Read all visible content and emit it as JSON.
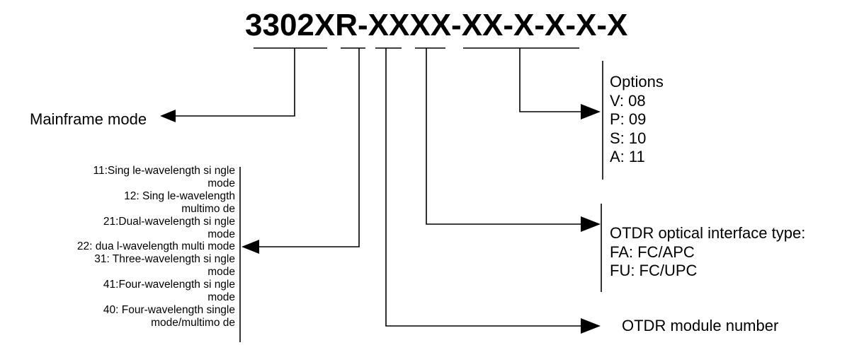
{
  "model_code": "3302XR-XXXX-XX-X-X-X-X",
  "mainframe": {
    "label": "Mainframe mode"
  },
  "wavelength_codes": [
    "11:Sing le-wavelength si ngle",
    "mode",
    "12: Sing le-wavelength",
    "multimo de",
    "21:Dual-wavelength si ngle",
    "mode",
    "22: dua l-wavelength multi mode",
    "31: Three-wavelength si ngle",
    "mode",
    "41:Four-wavelength si ngle",
    "mode",
    "40:  Four-wavelength single",
    "mode/multimo de"
  ],
  "options": {
    "title": "Options",
    "items": [
      "V: 08",
      "P: 09",
      "S: 10",
      "A: 11"
    ]
  },
  "interface": {
    "title": "OTDR optical interface type:",
    "items": [
      "FA: FC/APC",
      "FU: FC/UPC"
    ]
  },
  "module": {
    "label": "OTDR module number"
  },
  "colors": {
    "line": "#000000",
    "background": "#ffffff"
  }
}
